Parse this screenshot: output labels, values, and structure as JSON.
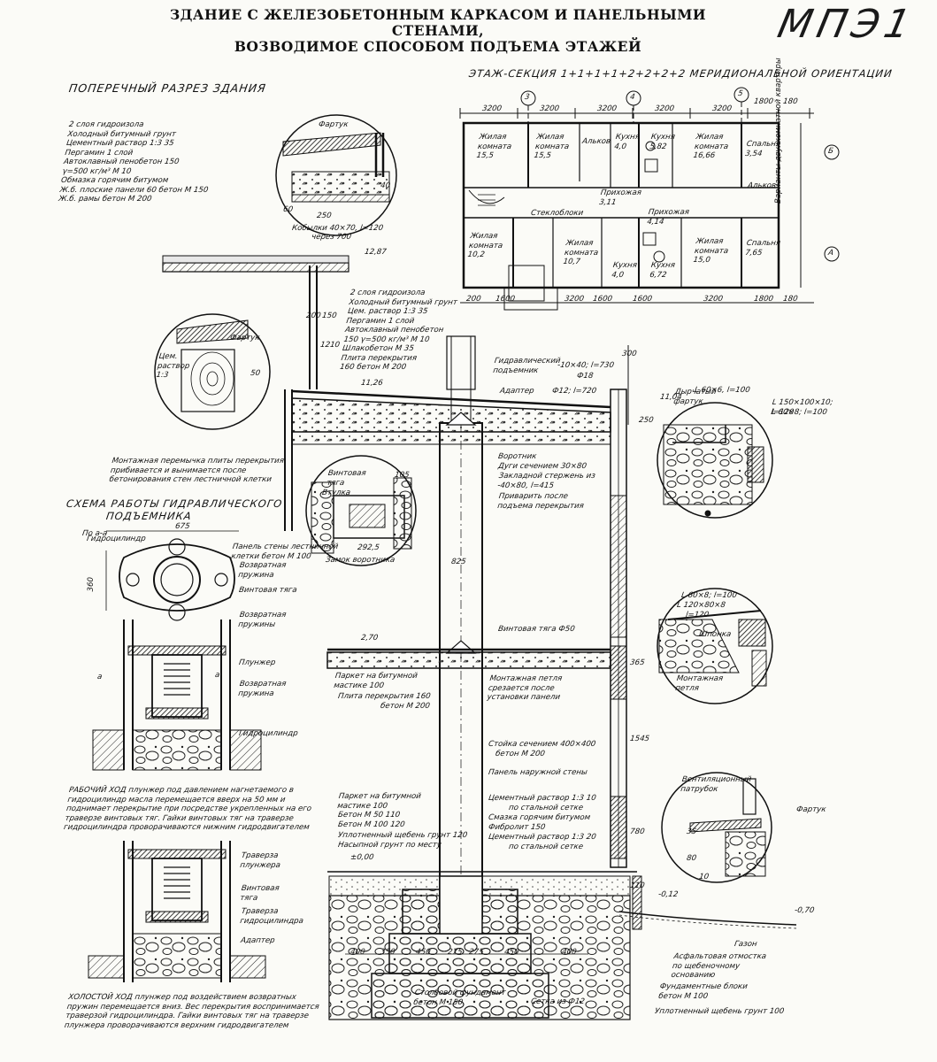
{
  "header": {
    "line1": "ЗДАНИЕ С ЖЕЛЕЗОБЕТОННЫМ КАРКАСОМ И ПАНЕЛЬНЫМИ СТЕНАМИ,",
    "line2": "ВОЗВОДИМОЕ СПОСОБОМ ПОДЪЕМА ЭТАЖЕЙ",
    "stamp": "МПЭ1"
  },
  "titles": {
    "section": "ПОПЕРЕЧНЫЙ РАЗРЕЗ ЗДАНИЯ",
    "plan": "ЭТАЖ-СЕКЦИЯ 1+1+1+1+2+2+2+2 МЕРИДИОНАЛЬНОЙ ОРИЕНТАЦИИ",
    "scheme_line1": "СХЕМА РАБОТЫ ГИДРАВЛИЧЕСКОГО",
    "scheme_line2": "ПОДЪЕМНИКА"
  },
  "roof_notes": [
    "2 слоя гидроизола",
    "Холодный битумный грунт",
    "Цементный раствор 1:3  35",
    "Пергамин  1 слой",
    "Автоклавный пенобетон 150",
    "γ=500 кг/м³  М 10",
    "Обмазка горячим битумом",
    "Ж.б. плоские панели 60  бетон М 150",
    "Ж.б. рамы  бетон М 200"
  ],
  "roof_notes_2": [
    "2 слоя гидроизола",
    "Холодный битумный грунт",
    "Цем. раствор 1:3  35",
    "Пергамин 1 слой",
    "Автоклавный пенобетон",
    "150 γ=500 кг/м³ М 10",
    "Шлакобетон М 35",
    "Плита перекрытия",
    "160  бетон М 200"
  ],
  "detail_labels": {
    "fartuk": "Фартук",
    "kobylki": "Кобылки 40×70, l=120",
    "kobylki_step": "через 700",
    "cem_rastvor": "Цем. раствор 1:3",
    "hydro_lift": "Гидравлический подъемник",
    "adapter": "Адаптер",
    "dyrchaty_fartuk": "Дырчатый фартук",
    "montazh_note": "Монтажная перемычка плиты перекрытия прибивается и вынимается после бетонирования стен лестничной клетки",
    "vorotnik": "Воротник",
    "dugi": "Дуги сечением 30×80",
    "zaklad": "Закладной стержень из -40×80, l=415",
    "privarit": "Приварить после подъема перекрытия",
    "vint_tyaga_tag": "Винтовая тяга",
    "vtulka": "Втулка",
    "zamok": "Замок воротника",
    "vint_tyaga_50": "Винтовая тяга Ф50",
    "montazh_petlya": "Монтажная петля срезается после установки панели",
    "parket": "Паркет на битумной мастике 100",
    "plita": "Плита перекрытия 160",
    "plita_beton": "бетон М 200",
    "stoyka": "Стойка сечением 400×400",
    "stoyka_beton": "бетон М 200",
    "panel_nar": "Панель наружной стены",
    "cem_setka": "Цементный раствор 1:3  10",
    "po_setke": "по стальной сетке",
    "smazka": "Смазка горячим битумом",
    "fibrolit": "Фибролит  150",
    "cem_setka2": "Цементный раствор 1:3  20",
    "po_setke2": "по стальной сетке",
    "parket2": "Паркет на битумной мастике 100",
    "beton1": "Бетон М 50  110",
    "beton2": "Бетон М 100  120",
    "scheben": "Уплотненный щебень грунт 120",
    "nasypnoy": "Насыпной грунт по месту",
    "gazon": "Газон",
    "asfalt": "Асфальтовая отмостка по щебеночному основанию",
    "fund_bloki": "Фундаментные блоки бетон М 100",
    "upl_scheben": "Уплотненный щебень грунт 100",
    "stolb_fund": "Столбовой фундамент бетон М 150",
    "setka": "Сетка из Ф12",
    "ventil": "Вентиляционный патрубок",
    "shponka": "Шпонка",
    "montazh_petlya2": "Монтажная петля",
    "panel_lestn": "Панель стены лестничной клетки бетон М 100",
    "gidrocil": "Гидроцилиндр",
    "vozvr": "Возвратная пружина",
    "vint": "Винтовая тяга",
    "vozvr2": "Возвратная пружины",
    "plunzher": "Плунжер",
    "vozvr3": "Возвратная пружина",
    "gidrocil2": "Гидроцилиндр",
    "traversa_pl": "Траверза плунжера",
    "vint2": "Винтовая тяга",
    "traversa_gc": "Траверза гидроцилиндра",
    "adapter2": "Адаптер",
    "po_aa": "По а-а",
    "a_mark": "а"
  },
  "work_stroke": "РАБОЧИЙ ХОД плунжер под давлением нагнетаемого в гидроцилиндр масла перемещается вверх на 50 мм и поднимает перекрытие при посредстве укрепленных на его траверзе винтовых тяг. Гайки винтовых тяг на траверзе гидроцилиндра проворачиваются нижним гидродвигателем",
  "idle_stroke": "ХОЛОСТОЙ ХОД плунжер под воздействием возвратных пружин перемещается вниз. Вес перекрытия воспринимается траверзой гидроцилиндра. Гайки винтовых тяг на траверзе плунжера проворачиваются верхним гидродвигателем",
  "plan": {
    "dims_top": [
      "3200",
      "3200",
      "3200",
      "3200",
      "3200",
      "1800",
      "180"
    ],
    "dims_bottom": [
      "200",
      "1600",
      "3200",
      "1600",
      "1600",
      "3200",
      "1800",
      "180"
    ],
    "axes": [
      "3",
      "4",
      "5",
      "Б",
      "А"
    ],
    "rooms": [
      {
        "name": "Жилая комната",
        "area": "15,5"
      },
      {
        "name": "Жилая комната",
        "area": "15,5"
      },
      {
        "name": "Альков",
        "area": ""
      },
      {
        "name": "Кухня",
        "area": "4,0"
      },
      {
        "name": "Кухня",
        "area": "5,82"
      },
      {
        "name": "Жилая комната",
        "area": "16,66"
      },
      {
        "name": "Спальня",
        "area": "3,54"
      },
      {
        "name": "Альков",
        "area": ""
      },
      {
        "name": "Прихожая",
        "area": "3,11"
      },
      {
        "name": "Прихожая",
        "area": "4,14"
      },
      {
        "name": "Стекло­блоки",
        "area": ""
      },
      {
        "name": "Жилая комната",
        "area": "10,2"
      },
      {
        "name": "Жилая комната",
        "area": "10,7"
      },
      {
        "name": "Жилая комната",
        "area": "15,0"
      },
      {
        "name": "Спальня",
        "area": "7,65"
      },
      {
        "name": "Кухня",
        "area": "4,0"
      },
      {
        "name": "Кухня",
        "area": "6,72"
      }
    ],
    "side_note": "Варианты двухкомнатной квартиры"
  },
  "dims": {
    "d675": "675",
    "d360": "360",
    "d250": "250",
    "d60": "60",
    "d40": "40",
    "d1287": "12,87",
    "d200": "200",
    "d150": "150",
    "d1210": "1210",
    "d1126": "11,26",
    "d1104": "11,04",
    "d50": "50",
    "d105": "105",
    "d2925": "292,5",
    "d825": "825",
    "d270": "2,70",
    "d365": "365",
    "d1545": "1545",
    "d780": "780",
    "d000": "±0,00",
    "d110": "110",
    "d012": "-0,12",
    "d070": "-0,70",
    "d400": "400",
    "d350": "350",
    "d450": "450",
    "d275": "275",
    "d730": "-10×40; l=730",
    "f18": "Ф18",
    "f12": "Ф12; l=720",
    "d250b": "250",
    "d300": "300",
    "l60": "L 60×6, l=100",
    "l150": "L 150×100×10; l=120",
    "l60b": "L 60×8; l=100",
    "l60c": "L 60×8; l=100",
    "l120": "L 120×80×8",
    "l120b": "l=120",
    "d80": "80",
    "d35": "35",
    "d10": "10"
  }
}
